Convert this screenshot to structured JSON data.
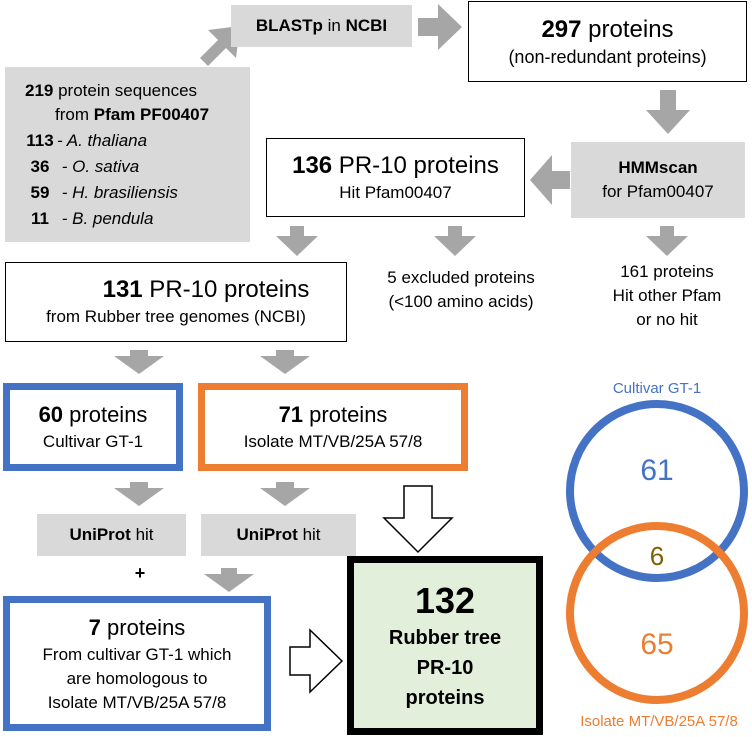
{
  "colors": {
    "arrow_gray": "#a6a6a6",
    "box_gray": "#d9d9d9",
    "blue": "#4472c4",
    "orange": "#ed7d31",
    "overlap_text": "#7f6000",
    "final_fill": "#e2efda"
  },
  "blastp": {
    "label": "BLASTp",
    "in": " in ",
    "source": "NCBI"
  },
  "non_redundant": {
    "count": "297",
    "unit": " proteins",
    "note": "(non-redundant proteins)"
  },
  "seed": {
    "count": "219",
    "line1_rest": " protein sequences",
    "line2_prefix": "from ",
    "line2_source": "Pfam PF00407",
    "species": [
      {
        "count": "113",
        "name": "- A. thaliana"
      },
      {
        "count": "36",
        "name": " - O. sativa"
      },
      {
        "count": "59",
        "name": " - H. brasiliensis"
      },
      {
        "count": "11",
        "name": "  - B. pendula"
      }
    ]
  },
  "hmmscan": {
    "label": "HMMscan",
    "target": "for Pfam00407"
  },
  "hit": {
    "count": "136",
    "unit": " PR-10 proteins",
    "note": "Hit Pfam00407"
  },
  "excluded": {
    "line1": "5 excluded proteins",
    "line2": "(<100 amino acids)"
  },
  "other": {
    "line1": "161 proteins",
    "line2": "Hit other Pfam",
    "line3": "or no hit"
  },
  "rubber": {
    "count": "131",
    "unit": " PR-10 proteins",
    "source": "from Rubber tree genomes (NCBI)"
  },
  "gt1": {
    "count": "60",
    "unit": " proteins",
    "name": "Cultivar GT-1"
  },
  "isolate": {
    "count": "71",
    "unit": " proteins",
    "name": "Isolate MT/VB/25A 57/8"
  },
  "uniprot_left": {
    "db": "UniProt",
    "rest": " hit"
  },
  "uniprot_right": {
    "db": "UniProt",
    "rest": " hit"
  },
  "plus": "+",
  "homolog": {
    "count": "7",
    "unit": " proteins",
    "line1": "From cultivar GT-1 which",
    "line2": "are homologous to",
    "line3": "Isolate MT/VB/25A 57/8"
  },
  "final": {
    "count": "132",
    "line1": "Rubber tree",
    "line2": "PR-10",
    "line3": "proteins"
  },
  "venn": {
    "top_label": "Cultivar GT-1",
    "bottom_label": "Isolate MT/VB/25A 57/8",
    "only_top": "61",
    "overlap": "6",
    "only_bottom": "65"
  }
}
